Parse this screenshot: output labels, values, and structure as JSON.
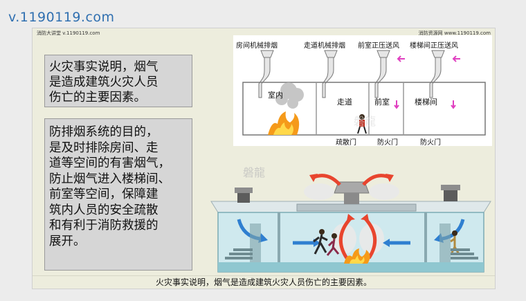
{
  "watermark": "v.1190119.com",
  "header": {
    "left": "消防大讲堂 v.1190119.com",
    "right": "消防资源网 www.1190119.com"
  },
  "box1": {
    "lines": [
      "火灾事实说明，烟气",
      "是造成建筑火灾人员",
      "伤亡的主要因素。"
    ]
  },
  "box2": {
    "lines": [
      "防排烟系统的目的，",
      "是及时排除房间、走",
      "道等空间的有害烟气，",
      "防止烟气进入楼梯间、",
      "前室等空间，保障建",
      "筑内人员的安全疏散",
      "和有利于消防救援的",
      "展开。"
    ]
  },
  "diagram_top": {
    "labels": {
      "room_exhaust": "房间机械排烟",
      "corridor_exhaust": "走道机械排烟",
      "anteroom_pressure": "前室正压送风",
      "stair_pressure": "楼梯间正压送风",
      "room": "室内",
      "corridor": "走道",
      "anteroom": "前室",
      "stairwell": "楼梯间",
      "evac_door": "疏散门",
      "fire_door_1": "防火门",
      "fire_door_2": "防火门"
    },
    "logo_text": "磐龍"
  },
  "diagram_bottom": {
    "logo_text": "磐龍"
  },
  "caption": "火灾事实说明，烟气是造成建筑火灾人员伤亡的主要因素。",
  "colors": {
    "arrow_red": "#e8452e",
    "arrow_blue": "#2f7fd0",
    "magenta": "#e040c0",
    "building_teal": "#7fc6cf",
    "fire_orange": "#f59a1a"
  }
}
